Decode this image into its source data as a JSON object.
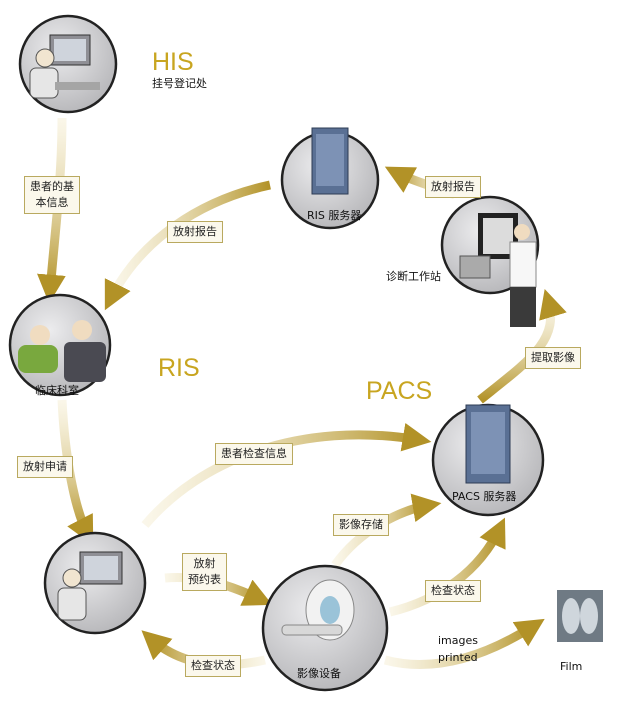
{
  "titles": {
    "his": "HIS",
    "ris": "RIS",
    "pacs": "PACS"
  },
  "nodes": {
    "registration": "挂号登记处",
    "ris_server": "RIS 服务器",
    "workstation": "诊断工作站",
    "clinical": "临床科室",
    "pacs_server": "PACS 服务器",
    "modality": "影像设备",
    "film": "Film"
  },
  "edges": {
    "patient_basic": "患者的基\n本信息",
    "report_1": "放射报告",
    "report_2": "放射报告",
    "fetch_image": "提取影像",
    "request": "放射申请",
    "patient_exam": "患者检查信息",
    "store_image": "影像存储",
    "schedule": "放射\n预约表",
    "exam_status_1": "检查状态",
    "exam_status_2": "检查状态",
    "images_printed": "images\nprinted"
  },
  "colors": {
    "arrow": "#b99a2f",
    "accent": "#c8a520",
    "circle_bg": "#c9c9cb"
  }
}
